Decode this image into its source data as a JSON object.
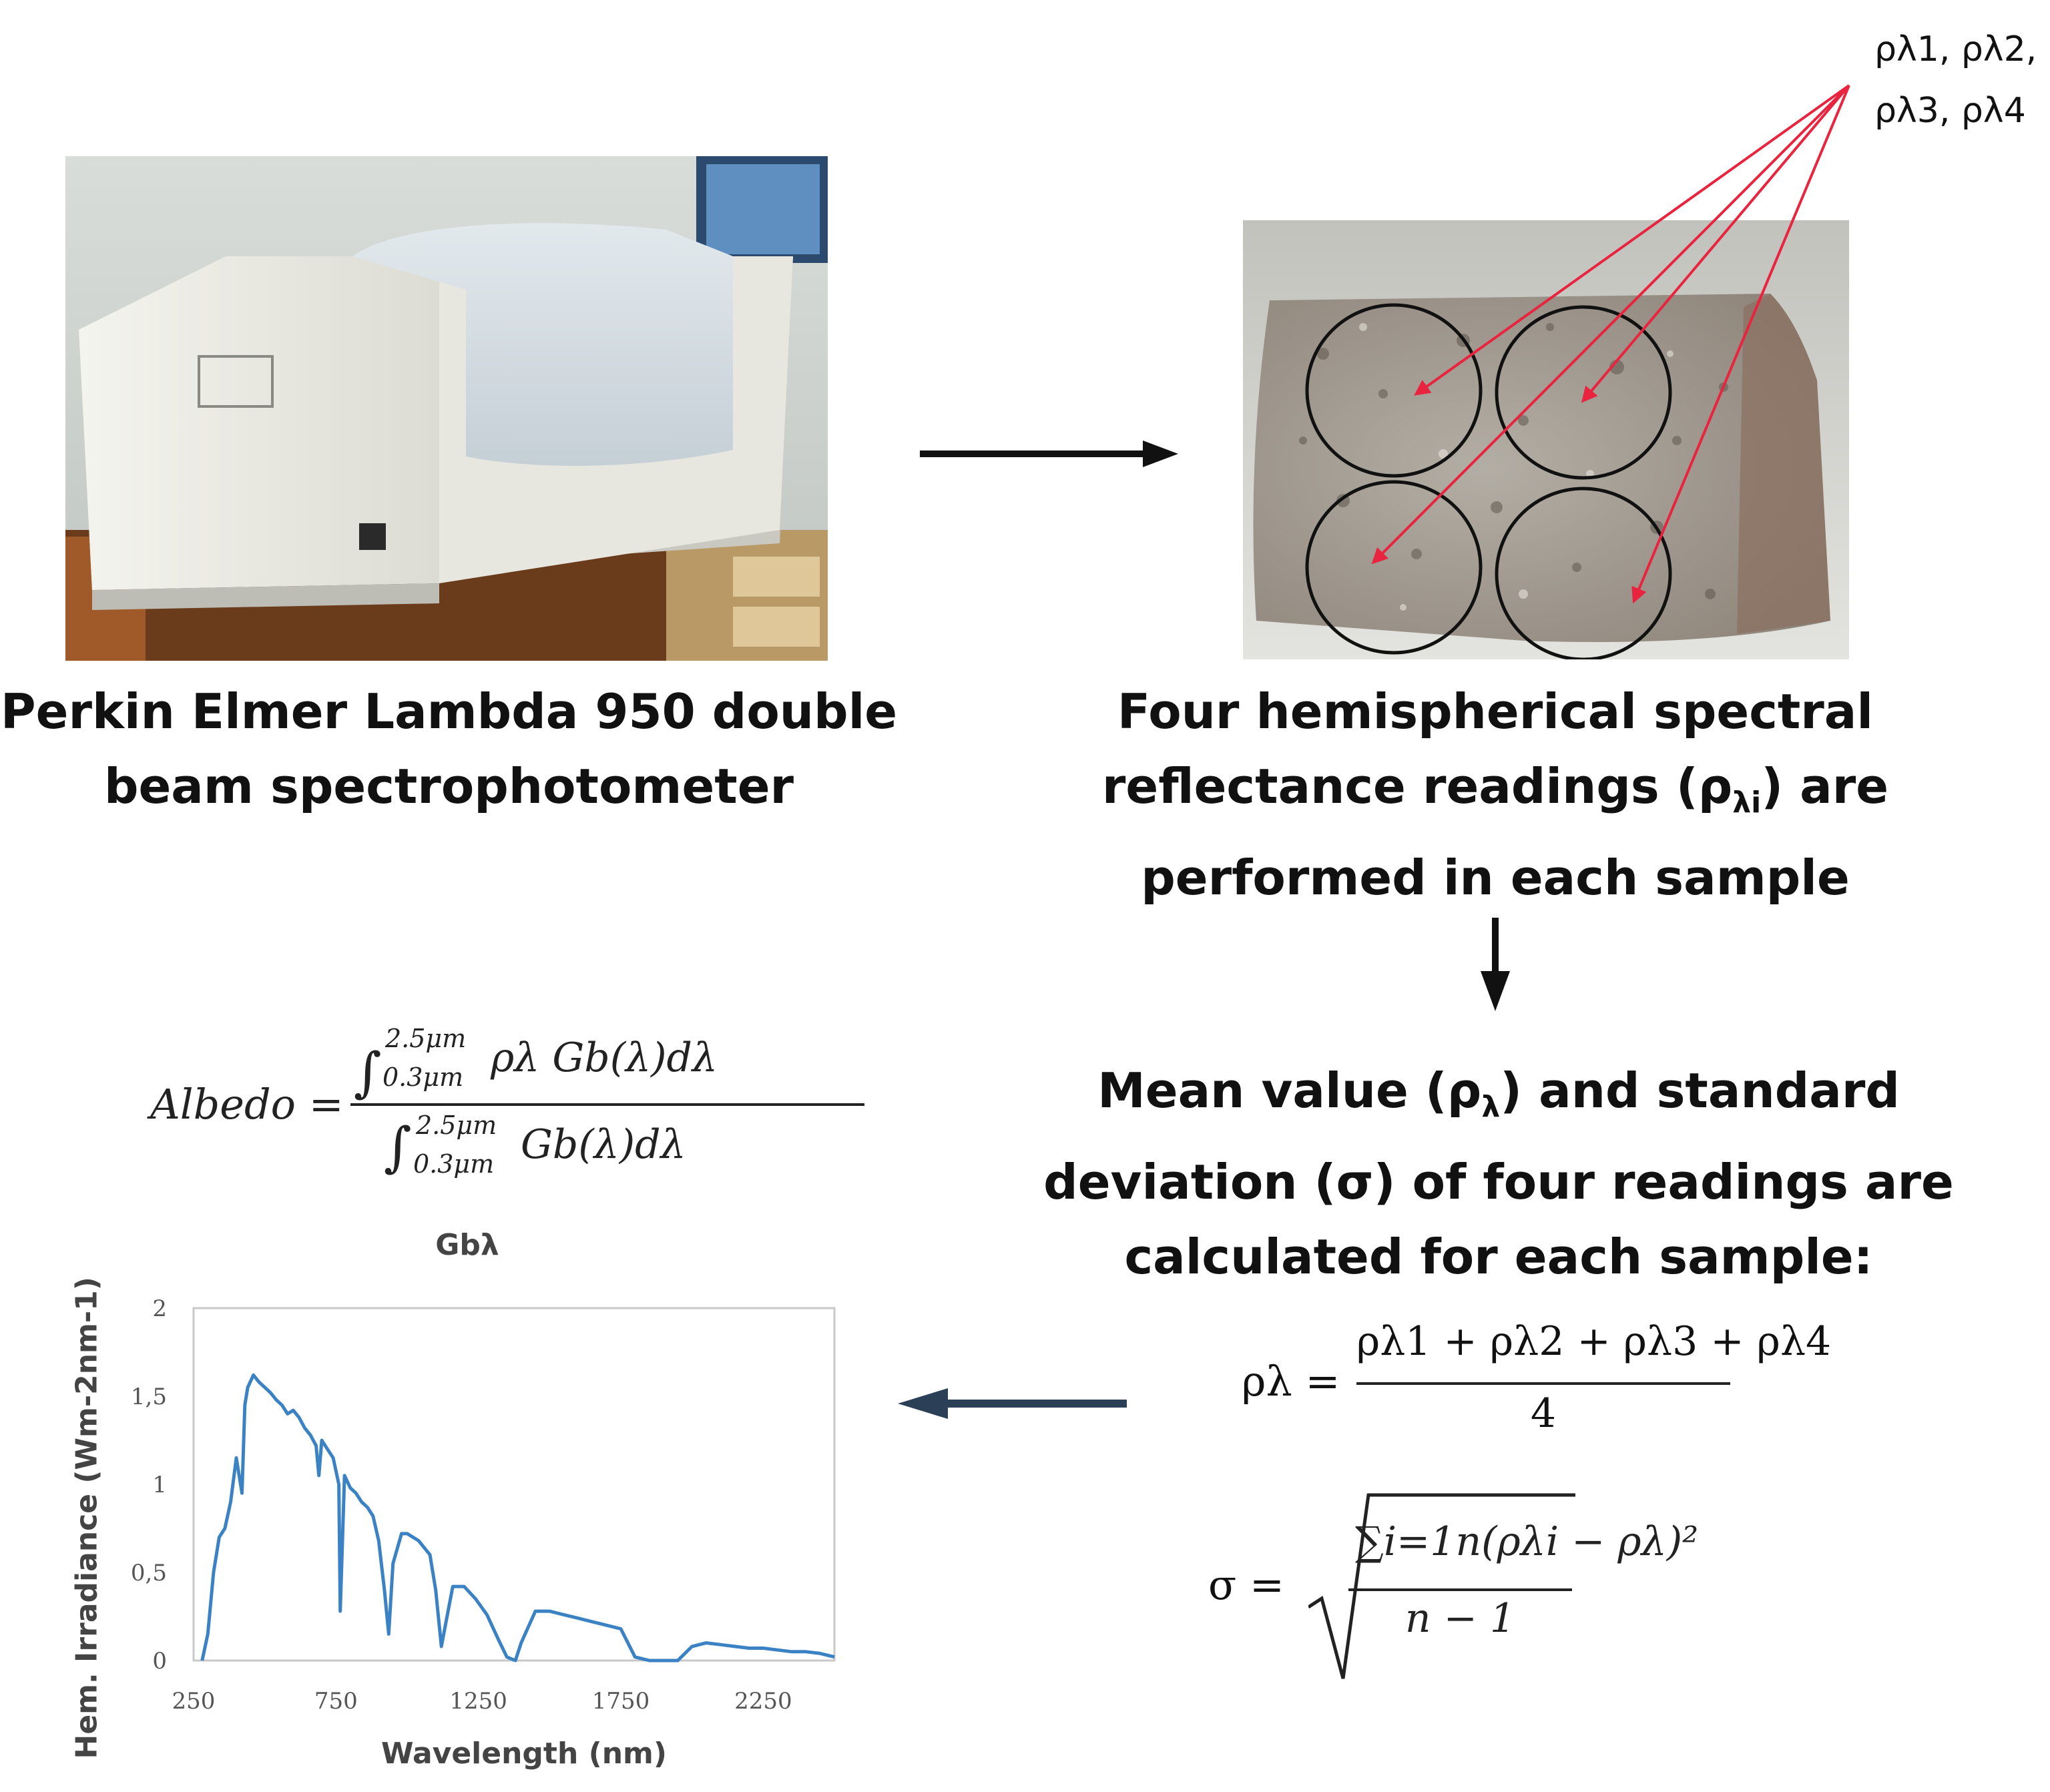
{
  "labels": {
    "rho_top_line1": "ρλ1, ρλ2,",
    "rho_top_line2": "ρλ3, ρλ4"
  },
  "captions": {
    "spectro_line1": "Perkin Elmer Lambda 950 double",
    "spectro_line2": "beam spectrophotometer",
    "readings_line1": "Four hemispherical spectral",
    "readings_line2_a": "reflectance readings (ρ",
    "readings_line2_sub": "λi",
    "readings_line2_b": ") are",
    "readings_line3": "performed in each sample",
    "mean_line1_a": "Mean value (ρ",
    "mean_line1_sub": "λ",
    "mean_line1_b": ") and standard",
    "mean_line2": "deviation (σ) of four readings are",
    "mean_line3": "calculated for each sample:"
  },
  "formulas": {
    "albedo_label": "Albedo =",
    "albedo_int_upper": "2.5μm",
    "albedo_int_lower": "0.3μm",
    "albedo_num": "ρλ Gb(λ)dλ",
    "albedo_den": "Gb(λ)dλ",
    "mean_lhs": "ρλ =",
    "mean_num": "ρλ1 + ρλ2 + ρλ3 + ρλ4",
    "mean_den": "4",
    "sigma_lhs": "σ =",
    "sigma_num": "∑i=1n(ρλi − ρλ)²",
    "sigma_den": "n − 1"
  },
  "colors": {
    "series_line": "#3a82c4",
    "pointer_arrow": "#e8243f",
    "flow_arrow": "#111111",
    "back_arrow": "#2b3f57"
  },
  "chart_data": {
    "type": "line",
    "title": "Gbλ",
    "xlabel": "Wavelength (nm)",
    "ylabel": "Hem. Irradiance (Wm-2nm-1)",
    "xlim": [
      250,
      2500
    ],
    "ylim": [
      0,
      2
    ],
    "x_ticks": [
      "250",
      "750",
      "1250",
      "1750",
      "2250"
    ],
    "y_ticks": [
      "0",
      "0,5",
      "1",
      "1,5",
      "2"
    ],
    "grid": false,
    "series": [
      {
        "x": [
          280,
          300,
          320,
          340,
          360,
          380,
          400,
          420,
          430,
          440,
          460,
          480,
          500,
          520,
          540,
          560,
          580,
          600,
          620,
          640,
          660,
          680,
          690,
          700,
          720,
          740,
          760,
          765,
          780,
          800,
          820,
          840,
          860,
          880,
          900,
          920,
          935,
          950,
          980,
          1000,
          1040,
          1080,
          1100,
          1120,
          1140,
          1160,
          1200,
          1240,
          1280,
          1320,
          1350,
          1380,
          1400,
          1450,
          1500,
          1550,
          1600,
          1650,
          1700,
          1750,
          1800,
          1850,
          1900,
          1950,
          2000,
          2050,
          2100,
          2150,
          2200,
          2250,
          2300,
          2350,
          2400,
          2450,
          2500
        ],
        "y": [
          0.0,
          0.15,
          0.5,
          0.7,
          0.75,
          0.9,
          1.15,
          0.95,
          1.45,
          1.55,
          1.62,
          1.58,
          1.55,
          1.52,
          1.48,
          1.45,
          1.4,
          1.42,
          1.38,
          1.32,
          1.28,
          1.22,
          1.05,
          1.25,
          1.2,
          1.15,
          1.0,
          0.28,
          1.05,
          0.98,
          0.95,
          0.9,
          0.87,
          0.82,
          0.68,
          0.4,
          0.15,
          0.55,
          0.72,
          0.72,
          0.68,
          0.6,
          0.4,
          0.08,
          0.25,
          0.42,
          0.42,
          0.35,
          0.26,
          0.12,
          0.02,
          0.0,
          0.1,
          0.28,
          0.28,
          0.26,
          0.24,
          0.22,
          0.2,
          0.18,
          0.02,
          0.0,
          0.0,
          0.0,
          0.08,
          0.1,
          0.09,
          0.08,
          0.07,
          0.07,
          0.06,
          0.05,
          0.05,
          0.04,
          0.02
        ]
      }
    ]
  }
}
